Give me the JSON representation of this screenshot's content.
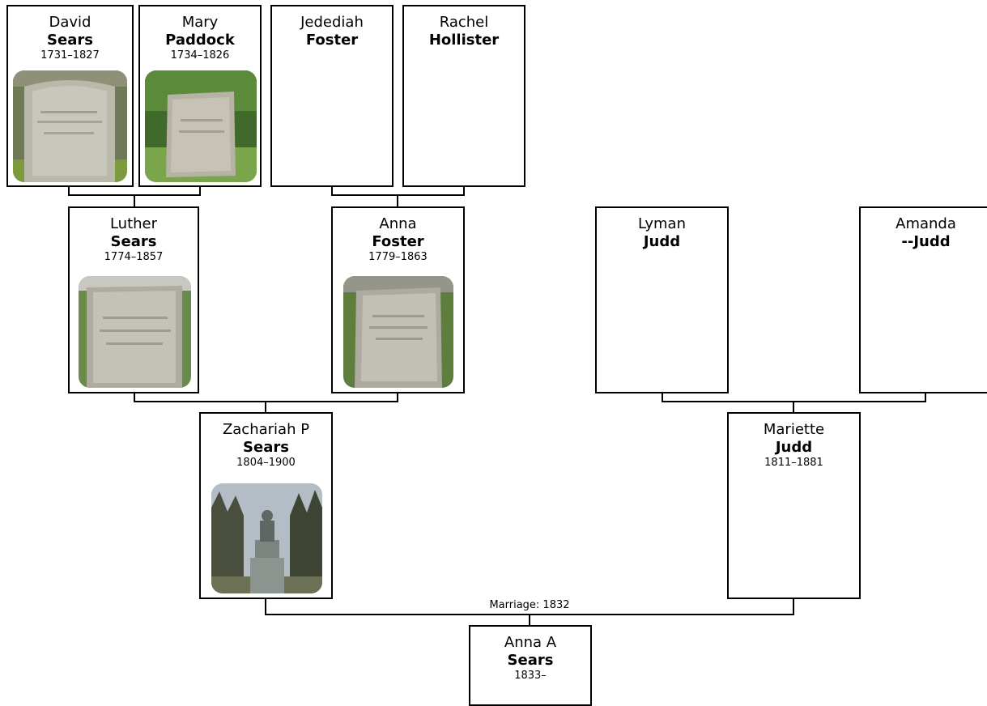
{
  "people": {
    "david": {
      "given": "David",
      "surname": "Sears",
      "years": "1731–1827",
      "photo": "gravestone-photo"
    },
    "mary": {
      "given": "Mary",
      "surname": "Paddock",
      "years": "1734–1826",
      "photo": "gravestone-photo"
    },
    "jedediah": {
      "given": "Jedediah",
      "surname": "Foster"
    },
    "rachel": {
      "given": "Rachel",
      "surname": "Hollister"
    },
    "luther": {
      "given": "Luther",
      "surname": "Sears",
      "years": "1774–1857",
      "photo": "gravestone-photo"
    },
    "anna": {
      "given": "Anna",
      "surname": "Foster",
      "years": "1779–1863",
      "photo": "gravestone-photo"
    },
    "lyman": {
      "given": "Lyman",
      "surname": "Judd"
    },
    "amanda": {
      "given": "Amanda",
      "surname": "--Judd"
    },
    "zachariah": {
      "given": "Zachariah P",
      "surname": "Sears",
      "years": "1804–1900",
      "photo": "monument-photo"
    },
    "mariette": {
      "given": "Mariette",
      "surname": "Judd",
      "years": "1811–1881"
    },
    "annaA": {
      "given": "Anna A",
      "surname": "Sears",
      "years": "1833–"
    }
  },
  "marriage_label": "Marriage: 1832",
  "colors": {
    "border": "#000000",
    "background": "#ffffff"
  }
}
